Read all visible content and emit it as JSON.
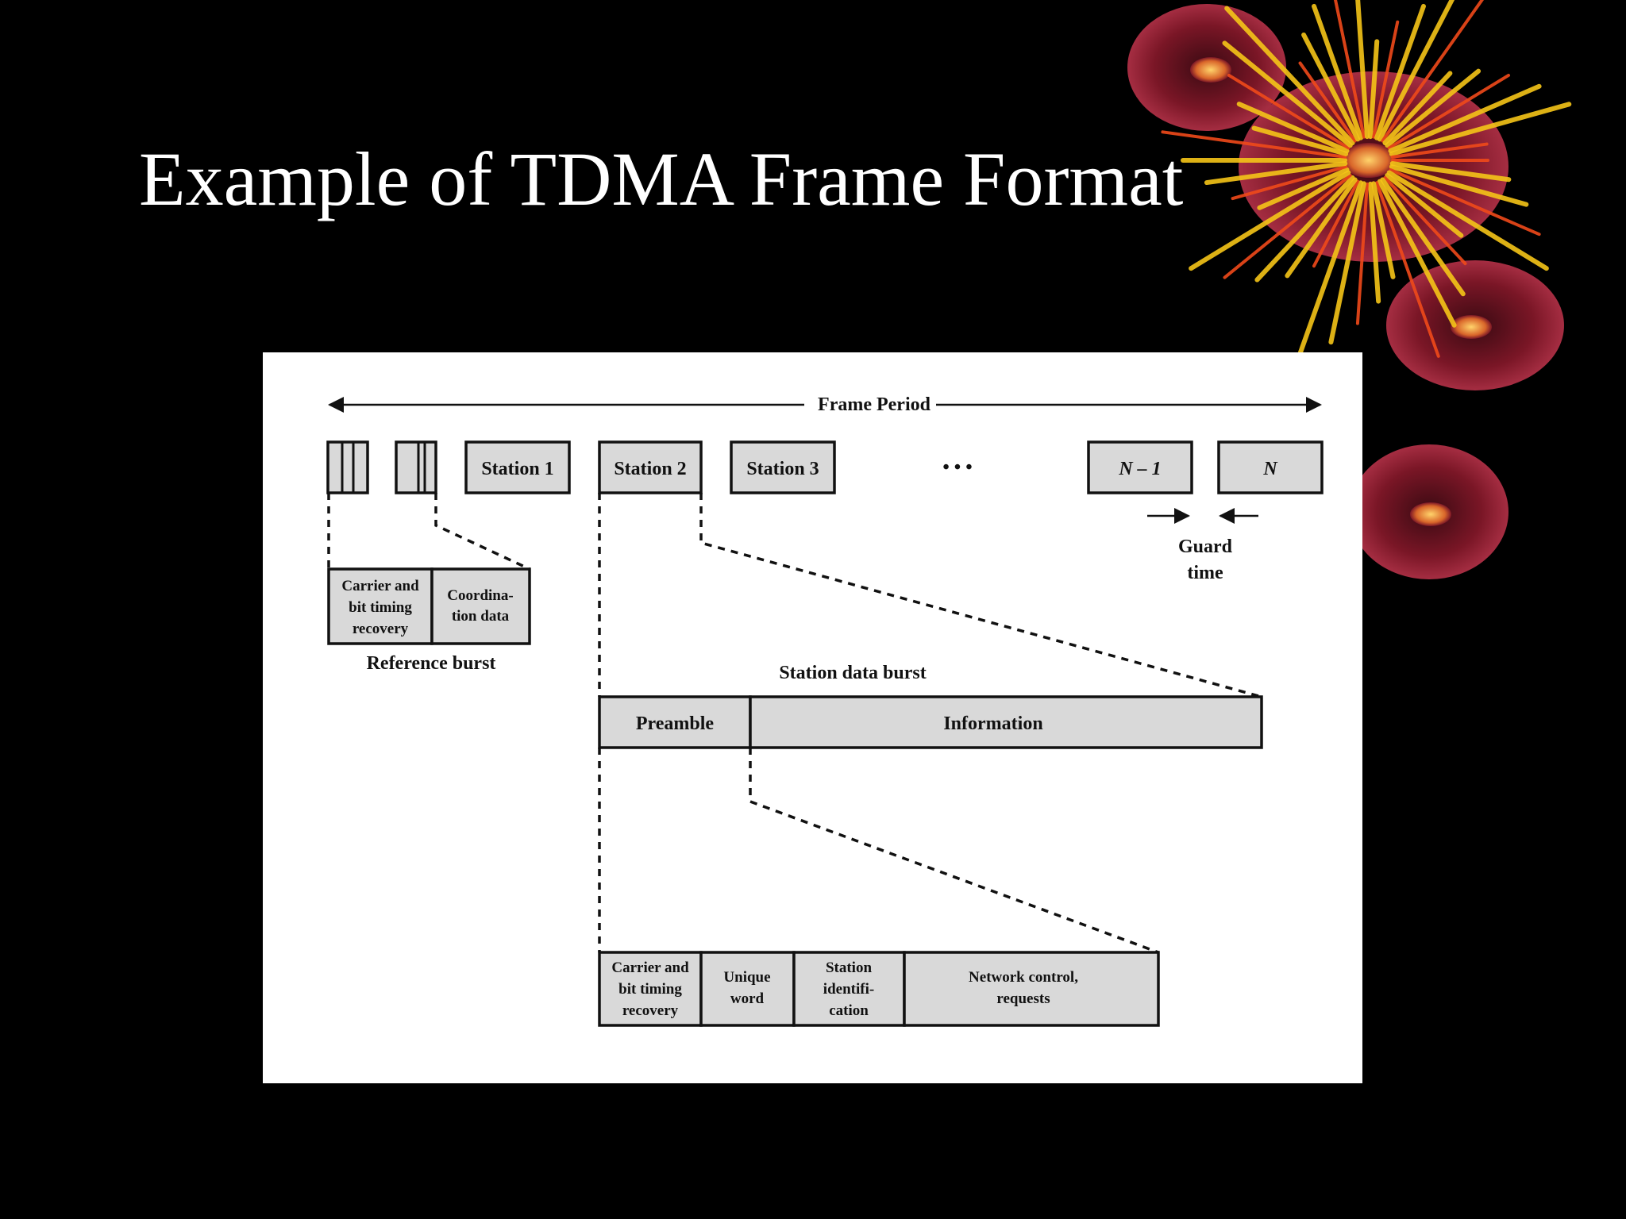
{
  "slide": {
    "title": "Example of TDMA Frame Format"
  },
  "diagram": {
    "frame_period": "Frame Period",
    "frame_slots": [
      "Station 1",
      "Station 2",
      "Station 3",
      "N – 1",
      "N"
    ],
    "ellipsis": "• • •",
    "guard_time": [
      "Guard",
      "time"
    ],
    "reference_burst": {
      "fields": [
        [
          "Carrier and",
          "bit timing",
          "recovery"
        ],
        [
          "Coordina-",
          "tion data"
        ]
      ],
      "caption": "Reference burst"
    },
    "station_data_burst": {
      "caption": "Station data burst",
      "fields": [
        "Preamble",
        "Information"
      ]
    },
    "preamble_fields": [
      [
        "Carrier and",
        "bit timing",
        "recovery"
      ],
      [
        "Unique",
        "word"
      ],
      [
        "Station",
        "identifi-",
        "cation"
      ],
      [
        "Network control,",
        "requests"
      ]
    ]
  },
  "colors": {
    "background": "#000000",
    "title": "#ffffff",
    "panel": "#ffffff",
    "box_fill": "#d9d9d9",
    "flower_red": "#8b1a2b",
    "flower_yellow": "#f5c518"
  }
}
